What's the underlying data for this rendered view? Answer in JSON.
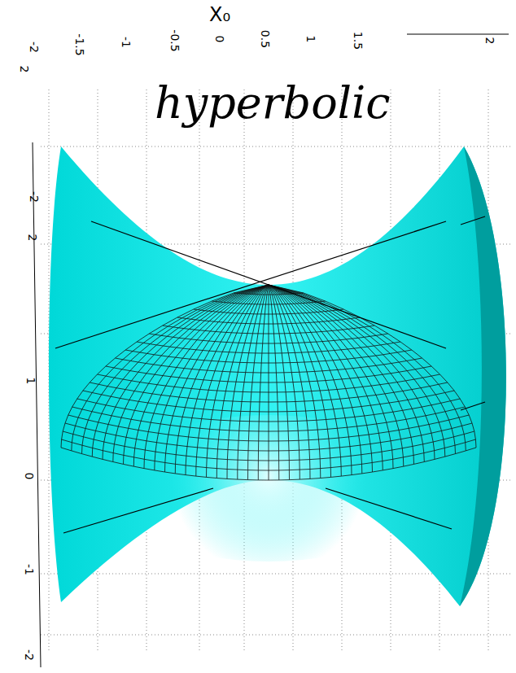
{
  "diagram": {
    "title": "hyperbolic",
    "labels": [
      "X₀",
      "2",
      "-2",
      "-1.5",
      "-1",
      "-0.5",
      "0",
      "0.5",
      "1",
      "1.5",
      "2",
      "-2",
      "2",
      "1",
      "0",
      "-1",
      "-2"
    ]
  }
}
